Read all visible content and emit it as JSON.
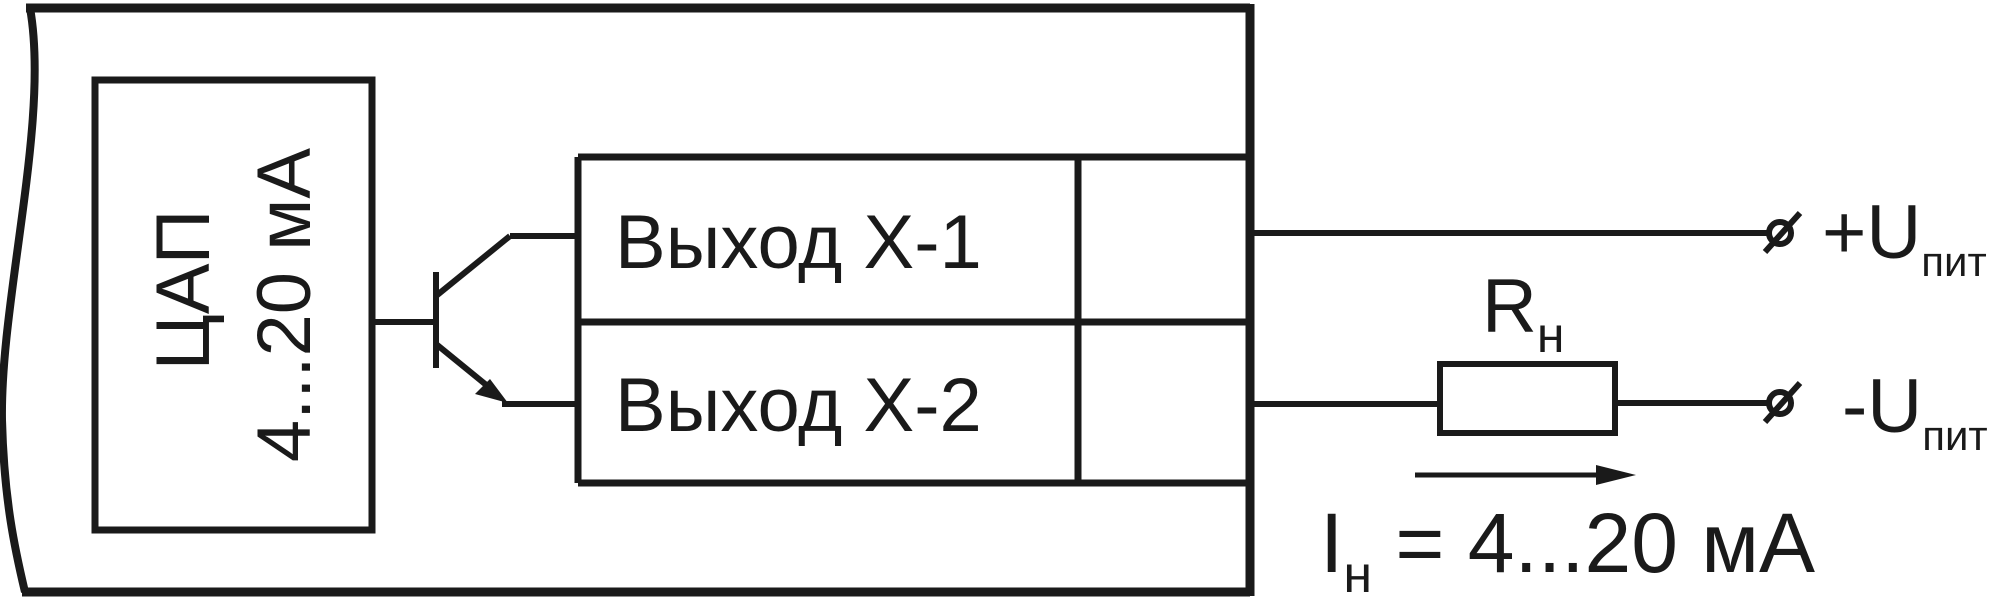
{
  "dac": {
    "line1": "ЦАП",
    "line2": "4...20 мА"
  },
  "outputs": [
    {
      "label": "Выход X-1"
    },
    {
      "label": "Выход X-2"
    }
  ],
  "terminals": {
    "plus": {
      "sign": "+U",
      "sub": "пит"
    },
    "minus": {
      "sign": "-U",
      "sub": "пит"
    }
  },
  "resistor": {
    "main": "R",
    "sub": "н"
  },
  "current": {
    "main": "I",
    "sub": "н",
    "value": " = 4...20 мА"
  },
  "colors": {
    "ink": "#1a1a1a",
    "background": "#ffffff"
  }
}
